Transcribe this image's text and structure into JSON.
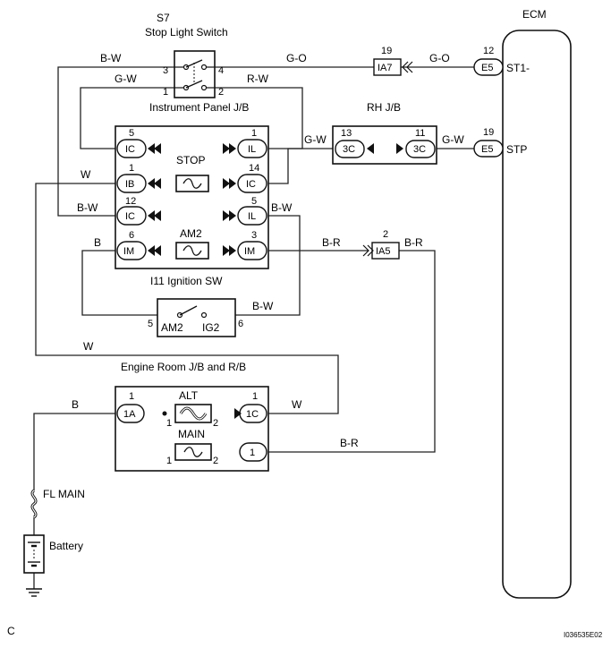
{
  "labels": {
    "s7_code": "S7",
    "s7_name": "Stop Light Switch",
    "ecm": "ECM",
    "instrument_jb": "Instrument Panel J/B",
    "rh_jb": "RH J/B",
    "ignition_sw": "I11 Ignition SW",
    "engine_room_jb": "Engine Room J/B and R/B",
    "stop_fuse": "STOP",
    "am2_fuse": "AM2",
    "alt_fuse": "ALT",
    "main_fuse": "MAIN",
    "fl_main": "FL MAIN",
    "battery": "Battery",
    "ecm_st1": "ST1-",
    "ecm_stp": "STP",
    "ig_am2": "AM2",
    "ig_ig2": "IG2",
    "corner": "C",
    "figure_id": "I036535E02"
  },
  "wires": {
    "bw_top": "B-W",
    "go_left": "G-O",
    "go_right": "G-O",
    "gw_top": "G-W",
    "rw": "R-W",
    "gw_mid": "G-W",
    "gw_right": "G-W",
    "w_ib": "W",
    "bw_ic": "B-W",
    "bw_il": "B-W",
    "b_im": "B",
    "br_im": "B-R",
    "br_ia5": "B-R",
    "bw_ig2": "B-W",
    "w_lower": "W",
    "b_1a": "B",
    "w_1c": "W",
    "br_1": "B-R"
  },
  "pins": {
    "s7_p3": "3",
    "s7_p4": "4",
    "s7_p1": "1",
    "s7_p2": "2",
    "ia7_p": "19",
    "e5_st1_p": "12",
    "e5_stp_p": "19",
    "ic5": "5",
    "il1": "1",
    "ib1": "1",
    "ic14": "14",
    "ic12": "12",
    "il5": "5",
    "im6": "6",
    "im3": "3",
    "rh13": "13",
    "rh11": "11",
    "ia5_p": "2",
    "ig5": "5",
    "ig6": "6",
    "a1": "1",
    "c1": "1",
    "alt1": "1",
    "alt2": "2",
    "main1": "1",
    "main2": "2"
  },
  "terminals": {
    "ia7": "IA7",
    "e5_a": "E5",
    "e5_b": "E5",
    "ic_a": "IC",
    "il_a": "IL",
    "ib": "IB",
    "ic_b": "IC",
    "ic_c": "IC",
    "il_b": "IL",
    "im_a": "IM",
    "im_b": "IM",
    "rh_3c_a": "3C",
    "rh_3c_b": "3C",
    "ia5": "IA5",
    "er_1a": "1A",
    "er_1c": "1C",
    "er_1": "1"
  }
}
